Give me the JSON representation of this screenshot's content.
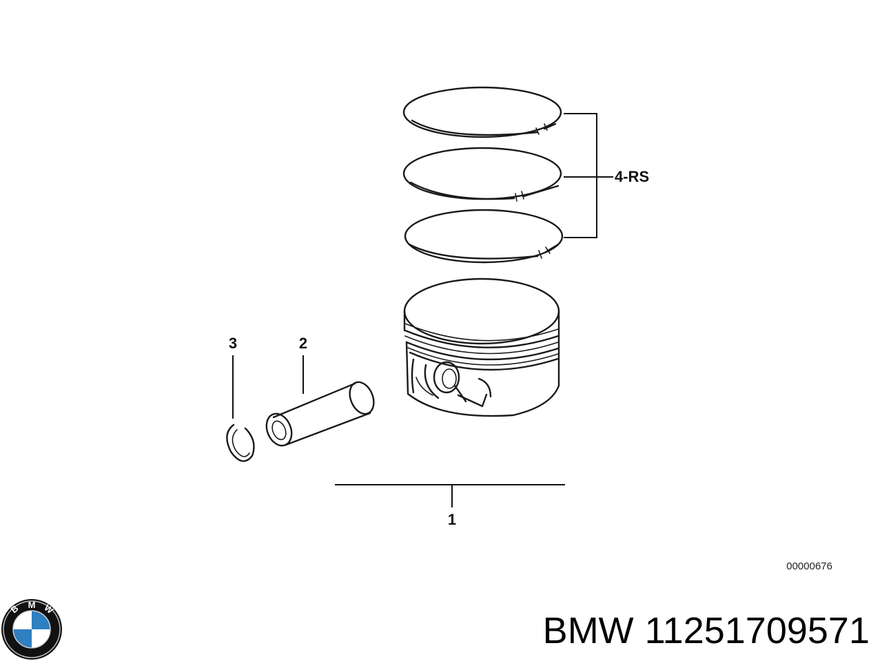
{
  "diagram": {
    "callouts": {
      "piston": "1",
      "pin": "2",
      "clip": "3",
      "rings": "4-RS"
    },
    "reference_number": "00000676"
  },
  "caption": {
    "brand": "BMW",
    "part_number": "11251709571"
  },
  "logo": {
    "letters": [
      "B",
      "M",
      "W"
    ],
    "colors": {
      "outer": "#111111",
      "blue": "#2f7fc1",
      "white": "#ffffff"
    }
  }
}
